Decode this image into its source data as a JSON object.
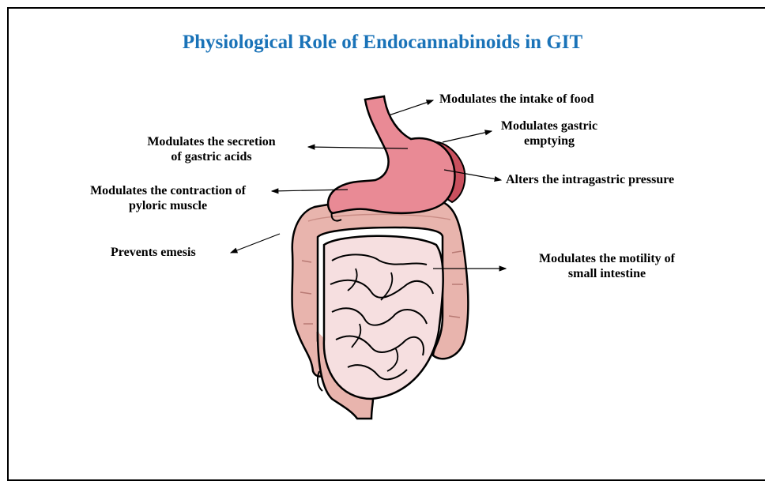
{
  "title": "Physiological Role of Endocannabinoids in GIT",
  "labels": {
    "intake_food": "Modulates the intake of food",
    "gastric_emptying_1": "Modulates gastric",
    "gastric_emptying_2": "emptying",
    "secretion_1": "Modulates the secretion",
    "secretion_2": "of gastric acids",
    "intragastric": "Alters the intragastric pressure",
    "pyloric_1": "Modulates the contraction of",
    "pyloric_2": "pyloric muscle",
    "emesis": "Prevents emesis",
    "motility_1": "Modulates the motility of",
    "motility_2": "small intestine"
  },
  "colors": {
    "title": "#1a73b8",
    "stomach": "#e98a95",
    "stomach_dark": "#c9505e",
    "colon": "#e8b4ad",
    "small_intestine": "#f6dfe0"
  }
}
